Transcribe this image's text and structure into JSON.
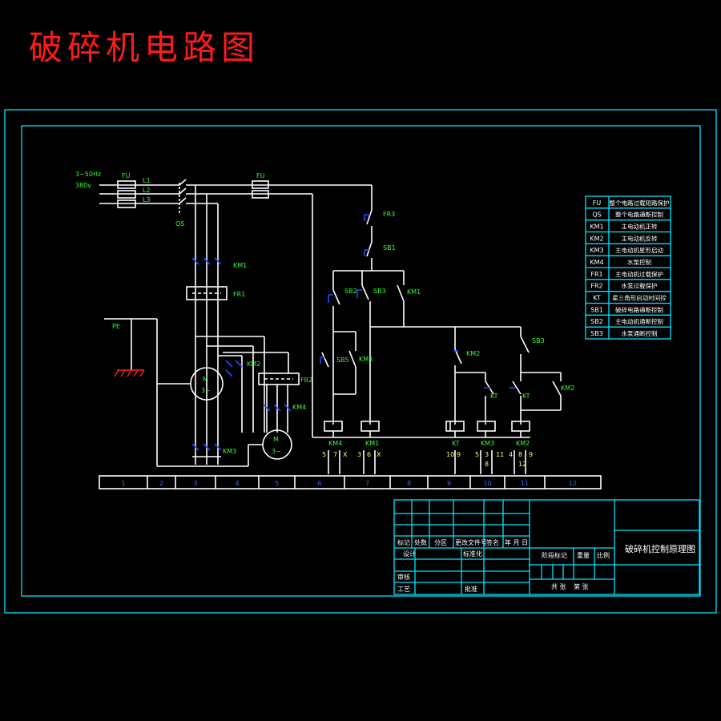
{
  "title": "破碎机电路图",
  "supply": {
    "freq": "3~50Hz",
    "voltage": "380v"
  },
  "phases": [
    "L1",
    "L2",
    "L3"
  ],
  "labels": {
    "fu_main": "FU",
    "fu_ctrl": "FU",
    "qs": "QS",
    "km1_main": "KM1",
    "fr1": "FR1",
    "km2_main": "KM2",
    "km3_main": "KM3",
    "fr2": "FR2",
    "km4_main": "KM4",
    "pe": "PE",
    "fr3": "FR3",
    "sb1": "SB1",
    "sb2": "SB2",
    "sb3": "SB3",
    "km1_aux": "KM1",
    "sb5": "SB5",
    "km3_aux": "KM3",
    "km2_aux": "KM2",
    "kt_contact": "KT",
    "kt_contact2": "KT",
    "km2_interlock": "KM2",
    "coil_km4": "KM4",
    "coil_km1": "KM1",
    "coil_kt": "KT",
    "coil_km3": "KM3",
    "coil_km2": "KM2"
  },
  "motors": [
    {
      "name": "M",
      "spec": "3~"
    },
    {
      "name": "M",
      "spec": "3~"
    }
  ],
  "contact_refs": {
    "km4": [
      "5",
      "7",
      "X"
    ],
    "km1": [
      "3",
      "6",
      "X"
    ],
    "kt": [
      "10",
      "9"
    ],
    "km3": [
      "5",
      "3",
      "11",
      "8"
    ],
    "km2": [
      "4",
      "8",
      "12",
      "9"
    ]
  },
  "column_numbers": [
    "1",
    "2",
    "3",
    "4",
    "5",
    "6",
    "7",
    "8",
    "9",
    "10",
    "11",
    "12"
  ],
  "legend": [
    {
      "code": "FU",
      "desc": "整个电路过载短路保护"
    },
    {
      "code": "QS",
      "desc": "整个电路通断控制"
    },
    {
      "code": "KM1",
      "desc": "主电动机正转"
    },
    {
      "code": "KM2",
      "desc": "主电动机反转"
    },
    {
      "code": "KM3",
      "desc": "主电动机星形启动"
    },
    {
      "code": "KM4",
      "desc": "水泵控制"
    },
    {
      "code": "FR1",
      "desc": "主电动机过载保护"
    },
    {
      "code": "FR2",
      "desc": "水泵过载保护"
    },
    {
      "code": "KT",
      "desc": "星三角形启动时间控"
    },
    {
      "code": "SB1",
      "desc": "破碎电路通断控制"
    },
    {
      "code": "SB2",
      "desc": "主电动机通断控制"
    },
    {
      "code": "SB3",
      "desc": "水泵通断控制"
    }
  ],
  "title_block": {
    "drawing_title": "破碎机控制原理图",
    "row_headers": [
      "标记",
      "处数",
      "分区",
      "更改文件号",
      "签名",
      "年 月 日"
    ],
    "designer": "设计",
    "standardization": "标准化",
    "stage_mark": "阶段标记",
    "weight": "重量",
    "scale": "比例",
    "review": "审核",
    "process": "工艺",
    "approve": "批准",
    "sheets_total": "共 张",
    "sheet_no": "第 张"
  },
  "colors": {
    "border": "#00e5ff",
    "wire": "#ffffff",
    "label": "#33ff33",
    "title": "#ff1a1a",
    "contact": "#1a4dff"
  }
}
